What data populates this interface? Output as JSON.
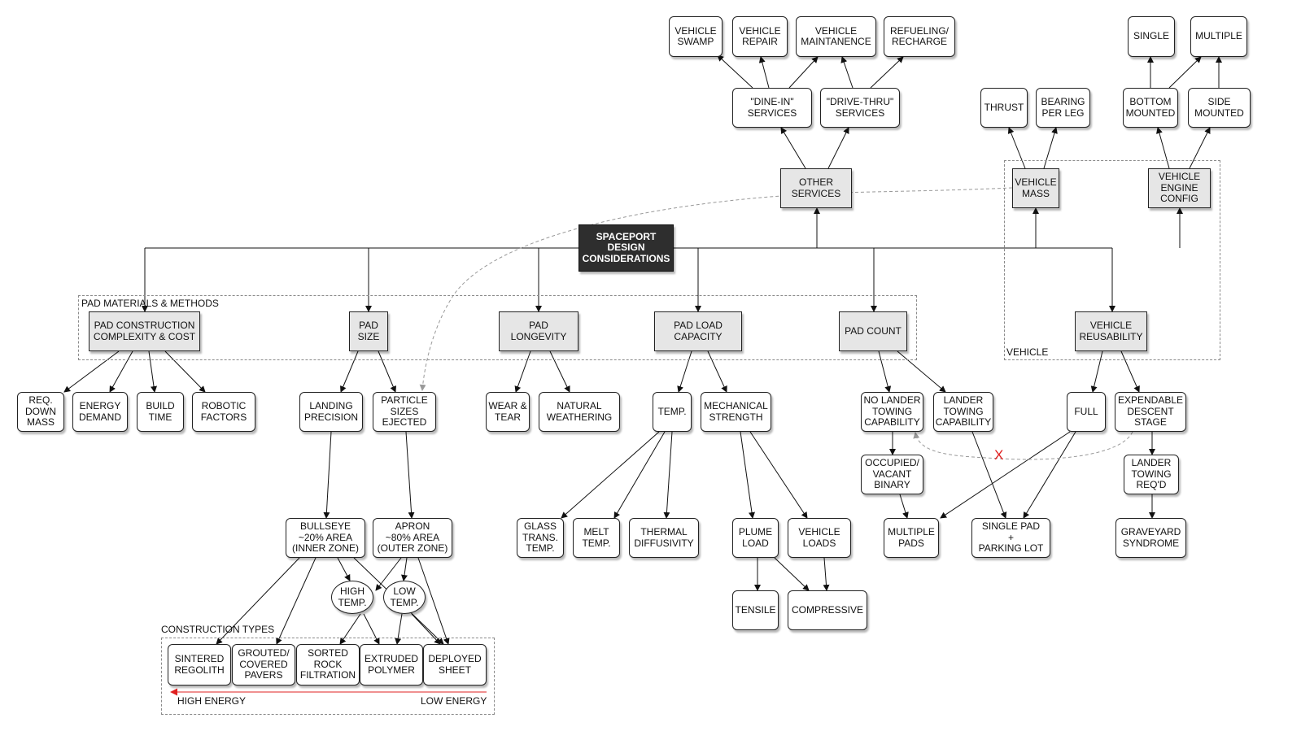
{
  "root": "SPACEPORT\nDESIGN\nCONSIDERATIONS",
  "groups": {
    "pad_materials": "PAD MATERIALS & METHODS",
    "vehicle": "VEHICLE",
    "construction_types": "CONSTRUCTION TYPES"
  },
  "energy_scale": {
    "high": "HIGH ENERGY",
    "low": "LOW ENERGY"
  },
  "colors": {
    "dark_node": "#2e2e2e",
    "category_node": "#e6e6e6",
    "blocked_link": "#e02020"
  },
  "nodes": {
    "vehicle_swamp": "VEHICLE\nSWAMP",
    "vehicle_repair": "VEHICLE\nREPAIR",
    "vehicle_maintanence": "VEHICLE\nMAINTANENCE",
    "refueling_recharge": "REFUELING/\nRECHARGE",
    "dine_in": "\"DINE-IN\"\nSERVICES",
    "drive_thru": "\"DRIVE-THRU\"\nSERVICES",
    "other_services": "OTHER\nSERVICES",
    "thrust": "THRUST",
    "bearing_per_leg": "BEARING\nPER LEG",
    "vehicle_mass": "VEHICLE\nMASS",
    "single": "SINGLE",
    "multiple": "MULTIPLE",
    "bottom_mounted": "BOTTOM\nMOUNTED",
    "side_mounted": "SIDE\nMOUNTED",
    "vehicle_engine_config": "VEHICLE\nENGINE\nCONFIG",
    "pad_construction": "PAD CONSTRUCTION\nCOMPLEXITY & COST",
    "pad_size": "PAD\nSIZE",
    "pad_longevity": "PAD\nLONGEVITY",
    "pad_load_capacity": "PAD LOAD\nCAPACITY",
    "pad_count": "PAD COUNT",
    "vehicle_reusability": "VEHICLE\nREUSABILITY",
    "req_down_mass": "REQ.\nDOWN\nMASS",
    "energy_demand": "ENERGY\nDEMAND",
    "build_time": "BUILD\nTIME",
    "robotic_factors": "ROBOTIC\nFACTORS",
    "landing_precision": "LANDING\nPRECISION",
    "particle_sizes": "PARTICLE\nSIZES\nEJECTED",
    "wear_tear": "WEAR &\nTEAR",
    "natural_weathering": "NATURAL\nWEATHERING",
    "temp": "TEMP.",
    "mechanical_strength": "MECHANICAL\nSTRENGTH",
    "no_lander_towing": "NO LANDER\nTOWING\nCAPABILITY",
    "lander_towing": "LANDER\nTOWING\nCAPABILITY",
    "full": "FULL",
    "expendable_descent": "EXPENDABLE\nDESCENT\nSTAGE",
    "occupied_vacant": "OCCUPIED/\nVACANT\nBINARY",
    "lander_towing_reqd": "LANDER\nTOWING\nREQ'D",
    "bullseye": "BULLSEYE\n~20% AREA\n(INNER ZONE)",
    "apron": "APRON\n~80% AREA\n(OUTER ZONE)",
    "glass_trans_temp": "GLASS\nTRANS.\nTEMP.",
    "melt_temp": "MELT\nTEMP.",
    "thermal_diffusivity": "THERMAL\nDIFFUSIVITY",
    "plume_load": "PLUME\nLOAD",
    "vehicle_loads": "VEHICLE\nLOADS",
    "multiple_pads": "MULTIPLE\nPADS",
    "single_pad_parking": "SINGLE PAD\n+\nPARKING LOT",
    "graveyard_syndrome": "GRAVEYARD\nSYNDROME",
    "high_temp": "HIGH\nTEMP.",
    "low_temp": "LOW\nTEMP.",
    "tensile": "TENSILE",
    "compressive": "COMPRESSIVE",
    "sintered_regolith": "SINTERED\nREGOLITH",
    "grouted_pavers": "GROUTED/\nCOVERED\nPAVERS",
    "sorted_rock": "SORTED\nROCK\nFILTRATION",
    "extruded_polymer": "EXTRUDED\nPOLYMER",
    "deployed_sheet": "DEPLOYED\nSHEET"
  },
  "blocked_marker": "X"
}
